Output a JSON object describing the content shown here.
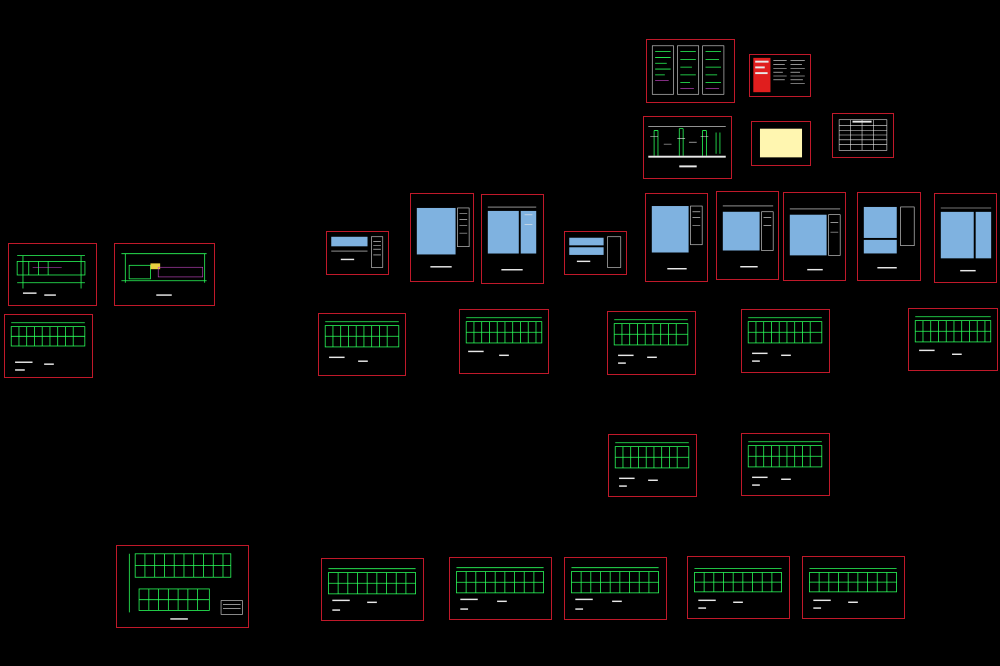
{
  "canvas": {
    "background": "#000000",
    "frame_color": "#c0192a",
    "line_color_primary": "#2aff5a",
    "fill_color_panel": "#7fb2e0"
  },
  "sheets": [
    {
      "id": "s01",
      "kind": "cover-index"
    },
    {
      "id": "s02",
      "kind": "notes-red"
    },
    {
      "id": "s03",
      "kind": "detail-sections"
    },
    {
      "id": "s04",
      "kind": "blank-yellow"
    },
    {
      "id": "s05",
      "kind": "material-table"
    },
    {
      "id": "s06",
      "kind": "text-panel"
    },
    {
      "id": "s07",
      "kind": "text-panel"
    },
    {
      "id": "s08",
      "kind": "text-panel"
    },
    {
      "id": "s09",
      "kind": "text-panel"
    },
    {
      "id": "s10",
      "kind": "text-panel"
    },
    {
      "id": "s11",
      "kind": "text-panel"
    },
    {
      "id": "s12",
      "kind": "text-panel"
    },
    {
      "id": "s13",
      "kind": "text-panel"
    },
    {
      "id": "s14",
      "kind": "text-panel"
    },
    {
      "id": "s15",
      "kind": "text-panel"
    },
    {
      "id": "s16",
      "kind": "site-plan"
    },
    {
      "id": "s17",
      "kind": "site-plan"
    },
    {
      "id": "s18",
      "kind": "floor-plan"
    },
    {
      "id": "s19",
      "kind": "floor-plan"
    },
    {
      "id": "s20",
      "kind": "floor-plan"
    },
    {
      "id": "s21",
      "kind": "floor-plan"
    },
    {
      "id": "s22",
      "kind": "floor-plan"
    },
    {
      "id": "s23",
      "kind": "floor-plan"
    },
    {
      "id": "s24",
      "kind": "floor-plan"
    },
    {
      "id": "s25",
      "kind": "floor-plan"
    },
    {
      "id": "s26",
      "kind": "ground-plan"
    },
    {
      "id": "s27",
      "kind": "elevation"
    },
    {
      "id": "s28",
      "kind": "elevation"
    },
    {
      "id": "s29",
      "kind": "elevation"
    },
    {
      "id": "s30",
      "kind": "elevation"
    },
    {
      "id": "s31",
      "kind": "elevation"
    }
  ]
}
